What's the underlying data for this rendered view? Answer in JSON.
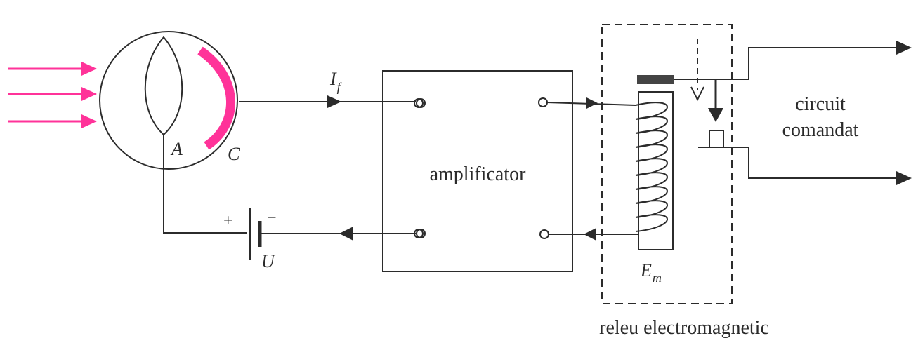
{
  "colors": {
    "line": "#2b2b2b",
    "accent": "#ff3399"
  },
  "labels": {
    "anode": "A",
    "cathode": "C",
    "current": "I",
    "current_sub": "f",
    "voltage": "U",
    "plus": "+",
    "minus": "−",
    "amplifier": "amplificator",
    "coil": "E",
    "coil_sub": "m",
    "relay": "releu electromagnetic",
    "controlled_circuit_line1": "circuit",
    "controlled_circuit_line2": "comandat"
  }
}
